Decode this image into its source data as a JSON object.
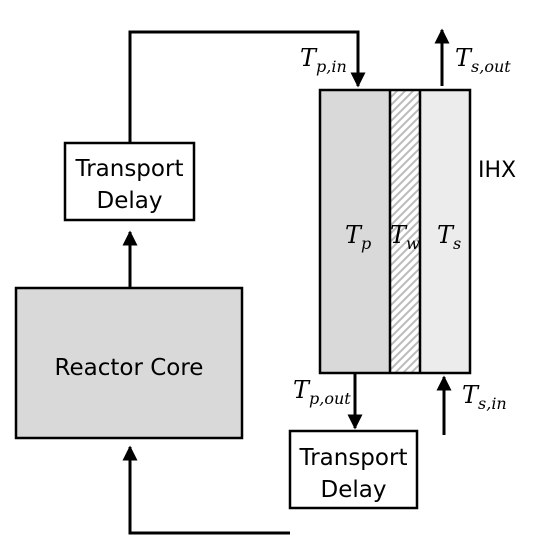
{
  "blocks": {
    "delay_top": {
      "line1": "Transport",
      "line2": "Delay"
    },
    "reactor": {
      "label": "Reactor Core"
    },
    "delay_bottom": {
      "line1": "Transport",
      "line2": "Delay"
    }
  },
  "ihx": {
    "label": "IHX",
    "primary": {
      "base": "T",
      "sub": "p"
    },
    "wall": {
      "base": "T",
      "sub": "w"
    },
    "secondary": {
      "base": "T",
      "sub": "s"
    }
  },
  "ports": {
    "p_in": {
      "base": "T",
      "sub": "p,in"
    },
    "p_out": {
      "base": "T",
      "sub": "p,out"
    },
    "s_in": {
      "base": "T",
      "sub": "s,in"
    },
    "s_out": {
      "base": "T",
      "sub": "s,out"
    }
  },
  "colors": {
    "reactor_fill": "#d9d9d9",
    "primary_fill": "#d9d9d9",
    "secondary_fill": "#ececec",
    "wall_hatch": "#bbbbbb",
    "line": "#000000"
  }
}
